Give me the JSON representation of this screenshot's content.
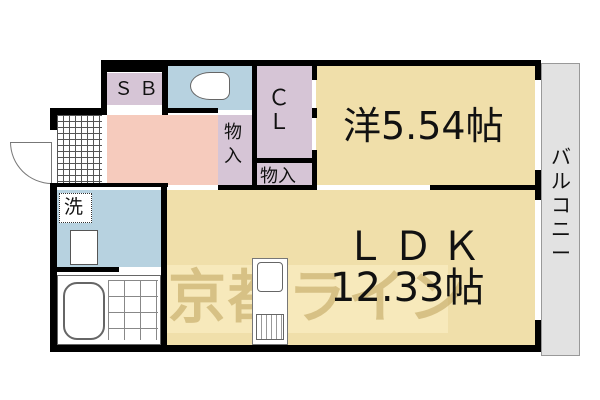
{
  "floorplan": {
    "rooms": {
      "western_room": {
        "label": "洋5.54帖",
        "type": "洋",
        "size_jo": "5.54"
      },
      "ldk": {
        "label_line1": "ＬＤＫ",
        "label_line2": "12.33帖",
        "size_jo": "12.33"
      },
      "closet": {
        "label_line1": "Ｃ",
        "label_line2": "Ｌ"
      },
      "storage_1": {
        "label_line1": "物",
        "label_line2": "入"
      },
      "storage_2": {
        "label": "物入"
      },
      "shoe_box": {
        "label": "ＳＢ"
      },
      "washroom": {
        "label": "洗"
      },
      "balcony": {
        "label": "バルコニー"
      }
    },
    "watermark": "京都ライン",
    "colors": {
      "room_beige": "#f0dfaa",
      "storage_purple": "#d6c5d6",
      "wet_area_blue": "#b7d2e0",
      "entrance_pink": "#f6cbbd",
      "balcony_gray": "#e2e2e2",
      "wall": "#000000"
    }
  }
}
